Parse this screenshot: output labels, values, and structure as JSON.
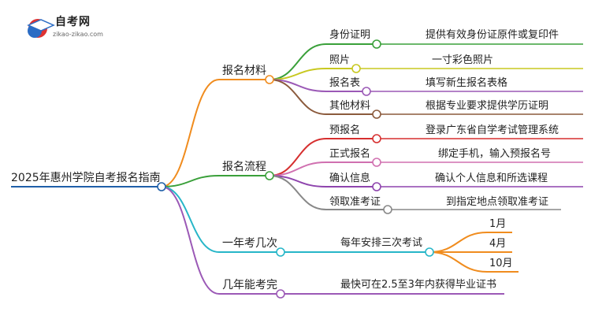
{
  "logo": {
    "title": "自考网",
    "url": "zikao-zikao.com"
  },
  "root": "2025年惠州学院自考报名指南",
  "branches": [
    {
      "label": "报名材料",
      "children": [
        {
          "label": "身份证明",
          "detail": "提供有效身份证原件或复印件"
        },
        {
          "label": "照片",
          "detail": "一寸彩色照片"
        },
        {
          "label": "报名表",
          "detail": "填写新生报名表格"
        },
        {
          "label": "其他材料",
          "detail": "根据专业要求提供学历证明"
        }
      ]
    },
    {
      "label": "报名流程",
      "children": [
        {
          "label": "预报名",
          "detail": "登录广东省自学考试管理系统"
        },
        {
          "label": "正式报名",
          "detail": "绑定手机，输入预报名号"
        },
        {
          "label": "确认信息",
          "detail": "确认个人信息和所选课程"
        },
        {
          "label": "领取准考证",
          "detail": "到指定地点领取准考证"
        }
      ]
    },
    {
      "label": "一年考几次",
      "children": [
        {
          "label": "每年安排三次考试",
          "months": [
            "1月",
            "4月",
            "10月"
          ]
        }
      ]
    },
    {
      "label": "几年能考完",
      "children": [
        {
          "label": "最快可在2.5至3年内获得毕业证书"
        }
      ]
    }
  ],
  "colors": {
    "root": "#1f5fa8",
    "materials": "#f08c1e",
    "materials_children": [
      "#3aa03a",
      "#c8c820",
      "#9b59b6",
      "#8b5a3c"
    ],
    "process": "#3aa03a",
    "process_children": [
      "#d62f2f",
      "#d070b0",
      "#8e44ad",
      "#888888"
    ],
    "times": "#27b6c8",
    "times_months": "#f08c1e",
    "years": "#9b59b6"
  }
}
